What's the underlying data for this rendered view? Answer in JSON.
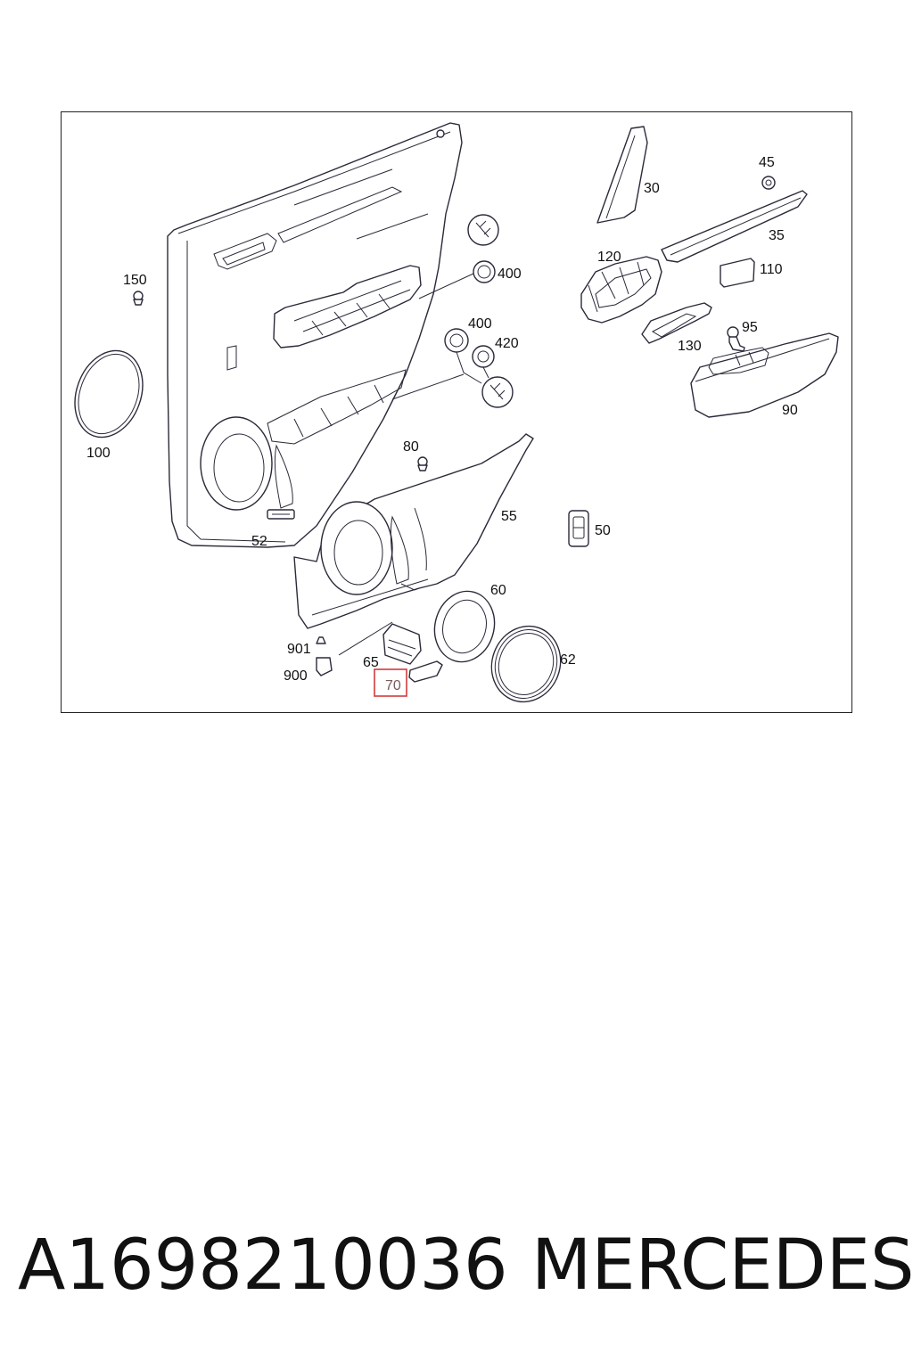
{
  "diagram": {
    "callouts": {
      "c150": "150",
      "c100": "100",
      "c52": "52",
      "c400a": "400",
      "c400b": "400",
      "c420": "420",
      "c80": "80",
      "c55": "55",
      "c50": "50",
      "c60": "60",
      "c62": "62",
      "c65": "65",
      "c70": "70",
      "c900": "900",
      "c901": "901",
      "c30": "30",
      "c45": "45",
      "c35": "35",
      "c120": "120",
      "c110": "110",
      "c95": "95",
      "c130": "130",
      "c90": "90"
    },
    "highlighted_callout": "70",
    "highlight_color": "#d23b3b"
  },
  "footer": {
    "part_number": "A1698210036",
    "brand": "MERCEDES"
  }
}
